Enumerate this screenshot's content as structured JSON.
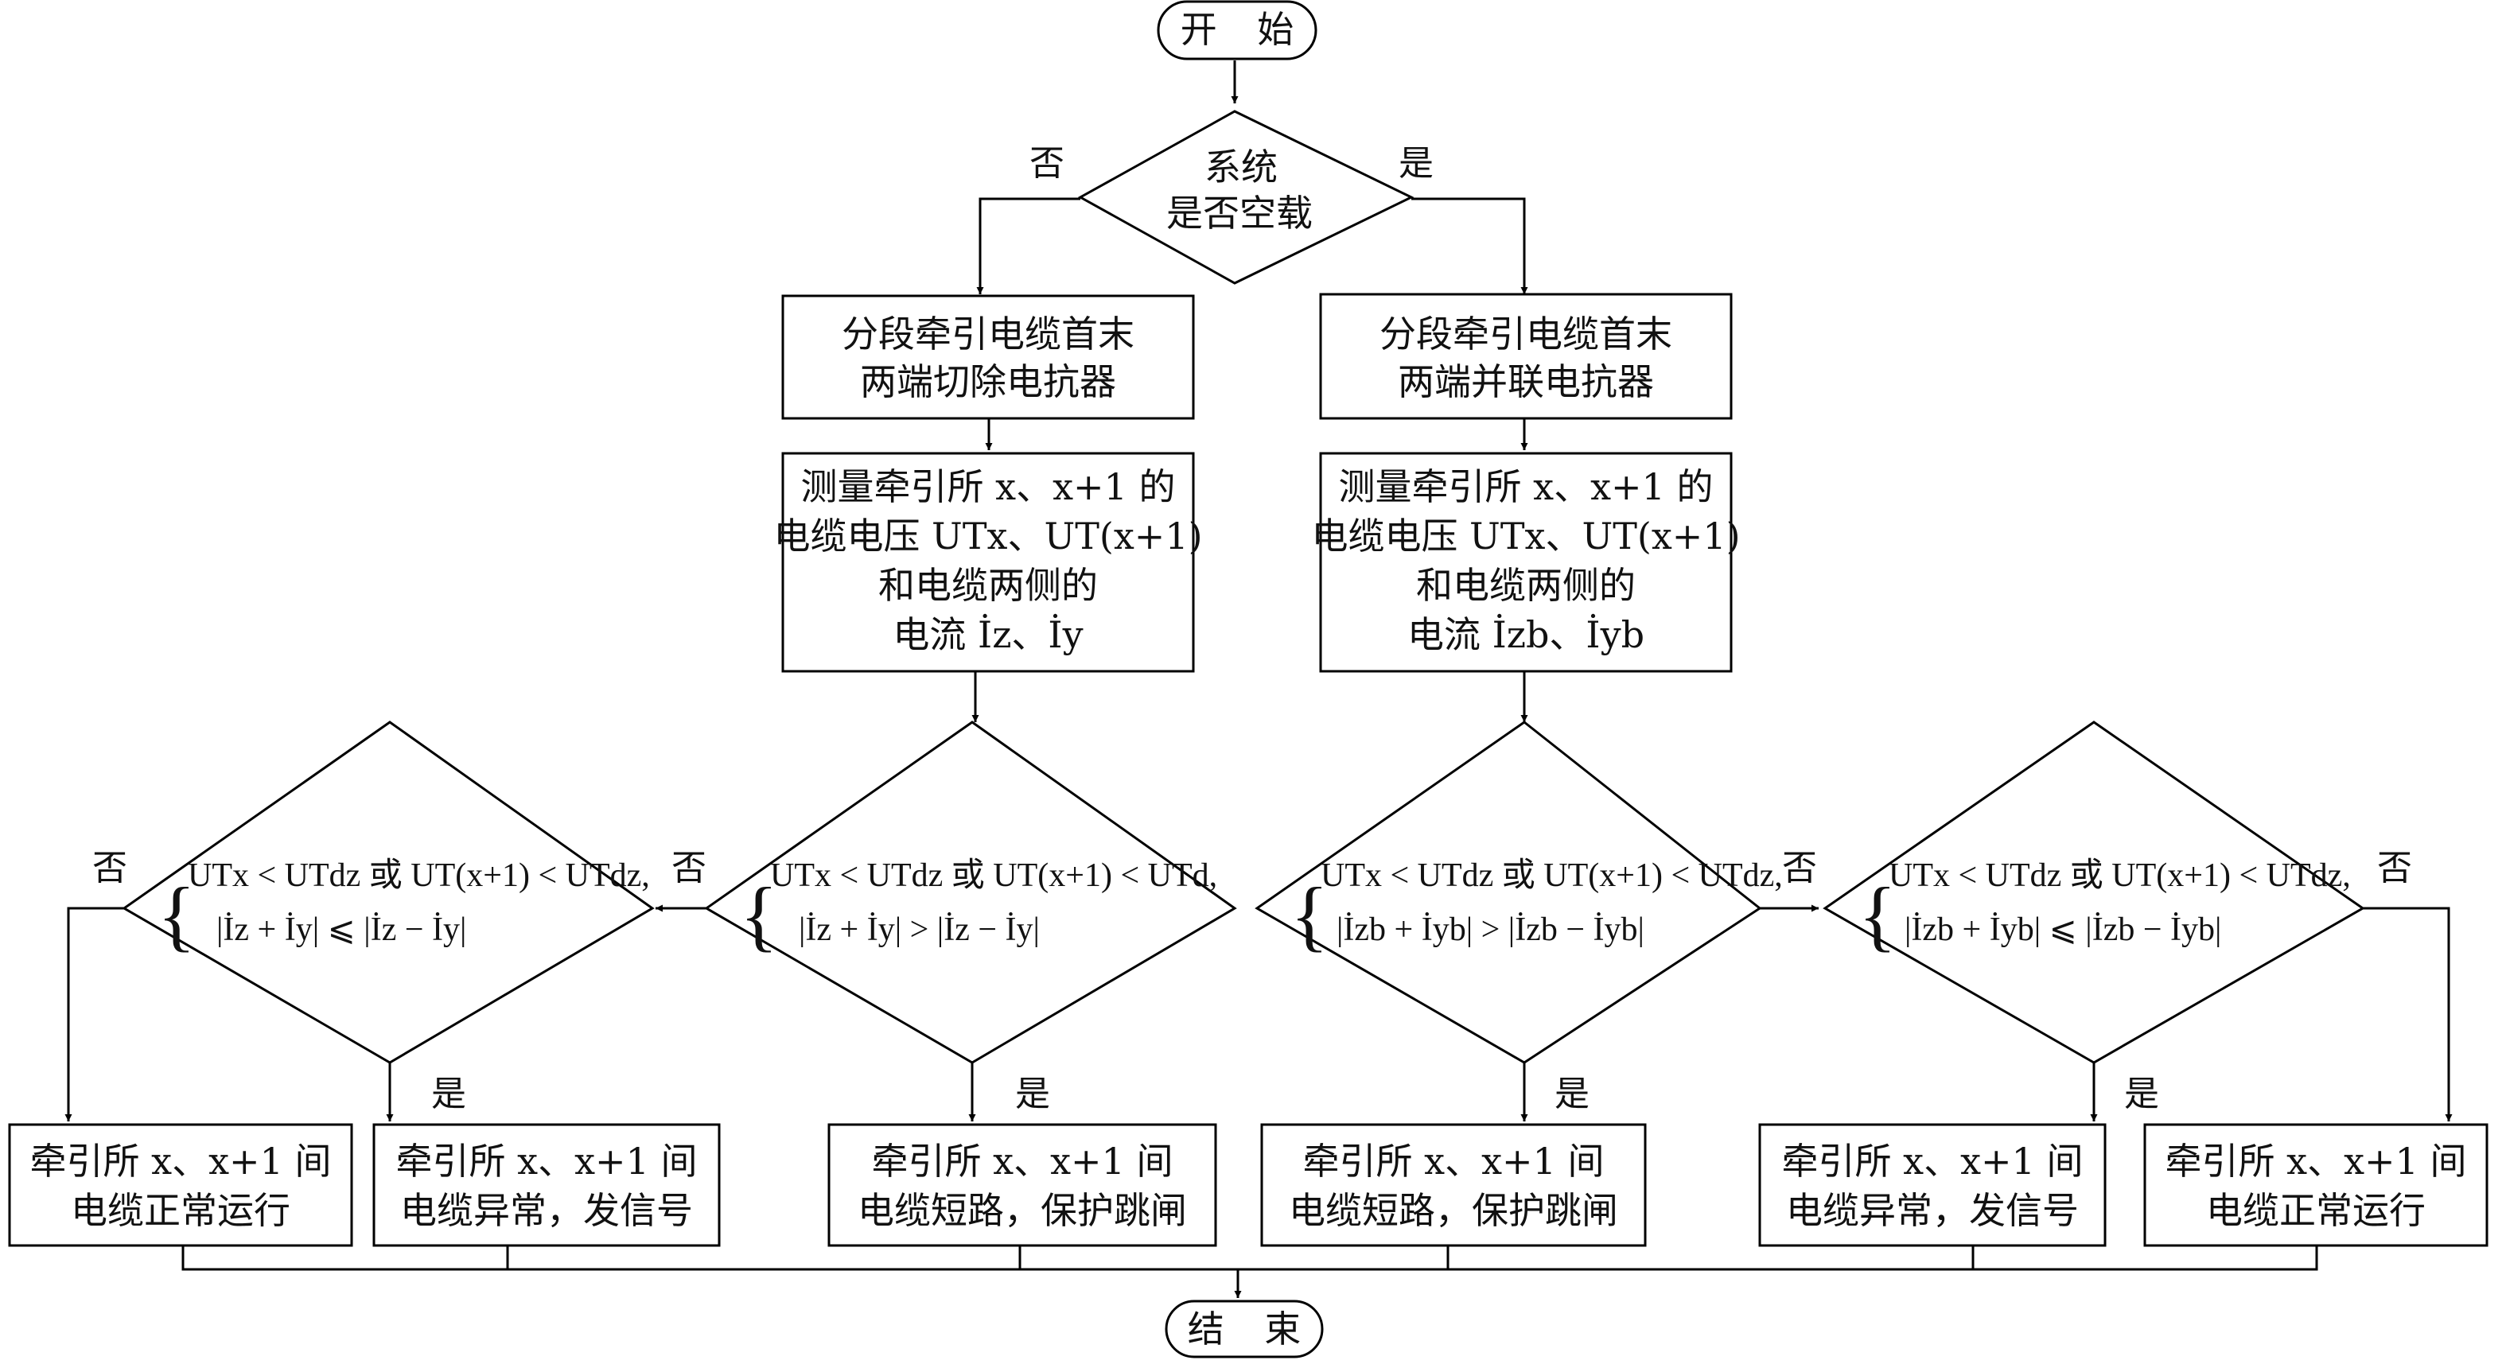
{
  "start": "开 始",
  "end": "结 束",
  "decision_noload": [
    "系统",
    "是否空载"
  ],
  "labels": {
    "yes": "是",
    "no": "否"
  },
  "box_cut": [
    "分段牵引电缆首末",
    "两端切除电抗器"
  ],
  "box_parallel": [
    "分段牵引电缆首末",
    "两端并联电抗器"
  ],
  "measure_left": [
    "测量牵引所 x、x+1 的",
    "电缆电压 UTx、UT(x+1)",
    "和电缆两侧的",
    "电流 İz、İy"
  ],
  "measure_right": [
    "测量牵引所 x、x+1 的",
    "电缆电压 UTx、UT(x+1)",
    "和电缆两侧的",
    "电流 İzb、İyb"
  ],
  "cond_1": [
    "UTx < UTdz 或 UT(x+1) < UTdz,",
    "|İz + İy| ⩽ |İz − İy|"
  ],
  "cond_2": [
    "UTx < UTdz 或 UT(x+1) < UTd,",
    "|İz + İy| > |İz − İy|"
  ],
  "cond_3": [
    "UTx < UTdz 或 UT(x+1) < UTdz,",
    "|İzb + İyb| > |İzb − İyb|"
  ],
  "cond_4": [
    "UTx < UTdz 或 UT(x+1) < UTdz,",
    "|İzb + İyb| ⩽ |İzb − İyb|"
  ],
  "result_normal": [
    "牵引所 x、x+1 间",
    "电缆正常运行"
  ],
  "result_abnormal": [
    "牵引所 x、x+1 间",
    "电缆异常，发信号"
  ],
  "result_short": [
    "牵引所 x、x+1 间",
    "电缆短路，保护跳闸"
  ]
}
